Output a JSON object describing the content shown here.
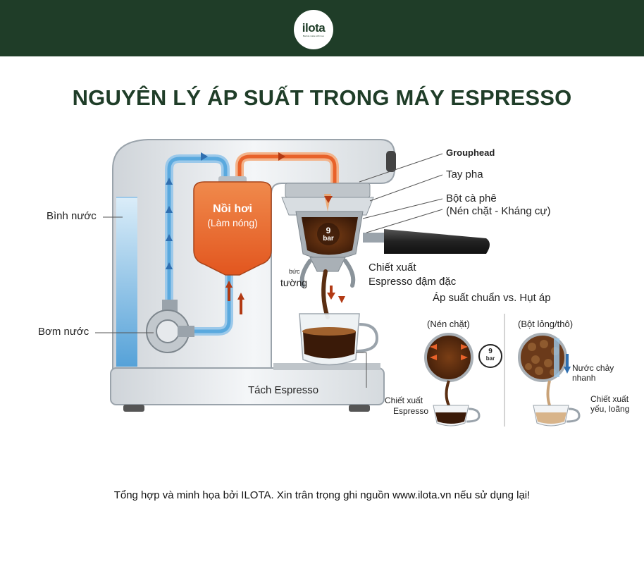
{
  "header": {
    "logo_text": "ilota",
    "logo_tagline": "Barista made with love",
    "bg_color": "#1f3d28"
  },
  "title": "NGUYÊN LÝ ÁP SUẤT TRONG MÁY ESPRESSO",
  "labels": {
    "water_tank": "Bình nước",
    "pump": "Bơm nước",
    "boiler_line1": "Nồi hơi",
    "boiler_line2": "(Làm nóng)",
    "grouphead": "Grouphead",
    "portafilter": "Tay pha",
    "coffee_bed_line1": "Bột cà phê",
    "coffee_bed_line2": "(Nén chặt - Kháng cự)",
    "pressure_value": "9",
    "pressure_unit": "bar",
    "spout_line1": "bức",
    "spout_line2": "tường",
    "extraction_line1": "Chiết xuất",
    "extraction_line2": "Espresso đậm đặc",
    "cup": "Tách Espresso"
  },
  "comparison": {
    "heading": "Áp suất chuẩn vs. Hụt áp",
    "left": {
      "label": "(Nén chặt)",
      "gauge_value": "9",
      "gauge_unit": "bar",
      "result_line1": "Chiết xuất",
      "result_line2": "Espresso"
    },
    "right": {
      "label": "(Bột lỏng/thô)",
      "flow_line1": "Nước chảy",
      "flow_line2": "nhanh",
      "result_line1": "Chiết xuất",
      "result_line2": "yếu, loãng"
    }
  },
  "footer": "Tổng hợp và minh họa bởi ILOTA. Xin trân trọng ghi nguồn www.ilota.vn nếu sử dụng lại!",
  "colors": {
    "brand_green": "#1f3d28",
    "water_blue": "#5aa9de",
    "hot_orange": "#e8622a",
    "coffee_brown": "#5a2e12"
  }
}
